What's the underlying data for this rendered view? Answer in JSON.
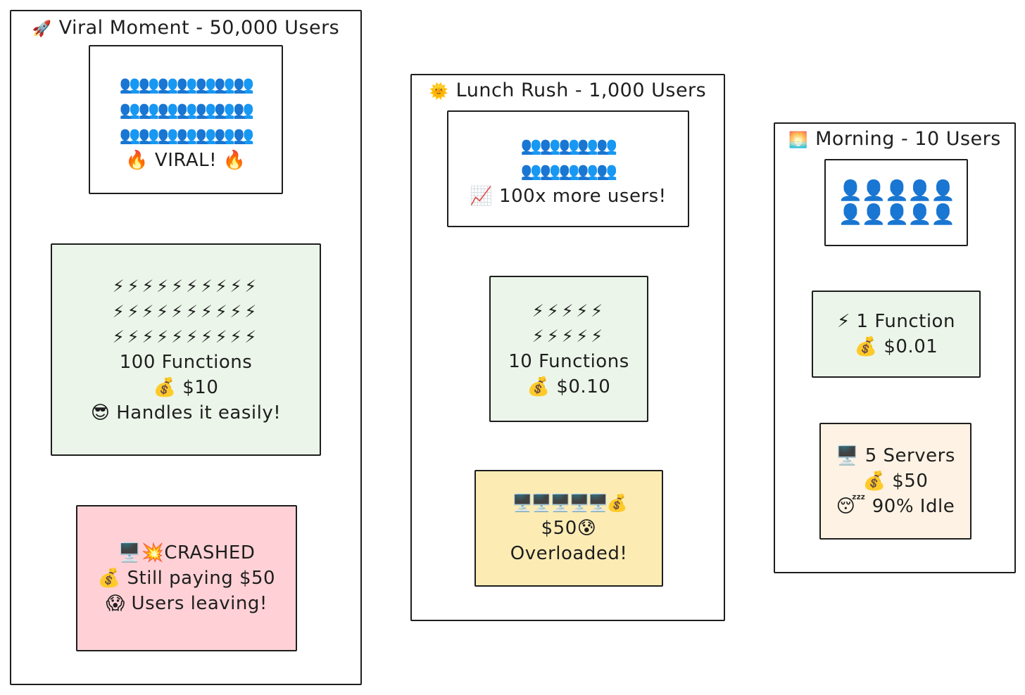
{
  "panels": {
    "viral": {
      "title": "Viral Moment - 50,000 Users",
      "title_icon": "🚀",
      "users_rows": [
        "👥👥👥👥👥👥👥",
        "👥👥👥👥👥👥👥",
        "👥👥👥👥👥👥👥"
      ],
      "users_label": "🔥 VIRAL! 🔥",
      "functions_rows": [
        "⚡⚡⚡⚡⚡⚡⚡⚡⚡⚡",
        "⚡⚡⚡⚡⚡⚡⚡⚡⚡⚡",
        "⚡⚡⚡⚡⚡⚡⚡⚡⚡⚡"
      ],
      "functions_count": "100 Functions",
      "functions_cost": "💰 $10",
      "functions_note": "😎 Handles it easily!",
      "servers_status": "🖥️💥CRASHED",
      "servers_cost": "💰 Still paying $50",
      "servers_note": "😱 Users leaving!"
    },
    "lunch": {
      "title": "Lunch Rush - 1,000 Users",
      "title_icon": "🌞",
      "users_rows": [
        "👥👥👥👥👥",
        "👥👥👥👥👥"
      ],
      "users_label": "📈 100x more users!",
      "functions_rows": [
        "⚡⚡⚡⚡⚡",
        "⚡⚡⚡⚡⚡"
      ],
      "functions_count": "10 Functions",
      "functions_cost": "💰 $0.10",
      "servers_row": "🖥️🖥️🖥️🖥️🖥️💰",
      "servers_cost": "$50😰",
      "servers_note": "Overloaded!"
    },
    "morning": {
      "title": "Morning - 10 Users",
      "title_icon": "🌅",
      "users_rows": [
        "👤👤👤👤👤",
        "👤👤👤👤👤"
      ],
      "functions_count": "⚡ 1 Function",
      "functions_cost": "💰 $0.01",
      "servers_count": "🖥️ 5 Servers",
      "servers_cost": "💰 $50",
      "servers_note": "😴 90% Idle"
    }
  },
  "colors": {
    "functions_box": "#ebf5e9",
    "crashed_box": "#ffd1d6",
    "overloaded_box": "#fcecb4",
    "idle_box": "#fdf2e3"
  },
  "icons": [
    "rocket-icon",
    "sun-icon",
    "sunrise-icon",
    "users-icon",
    "user-icon",
    "fire-icon",
    "lightning-icon",
    "money-bag-icon",
    "sunglasses-face-icon",
    "computer-icon",
    "explosion-icon",
    "scream-face-icon",
    "chart-up-icon",
    "anxious-face-icon",
    "sleeping-face-icon"
  ]
}
